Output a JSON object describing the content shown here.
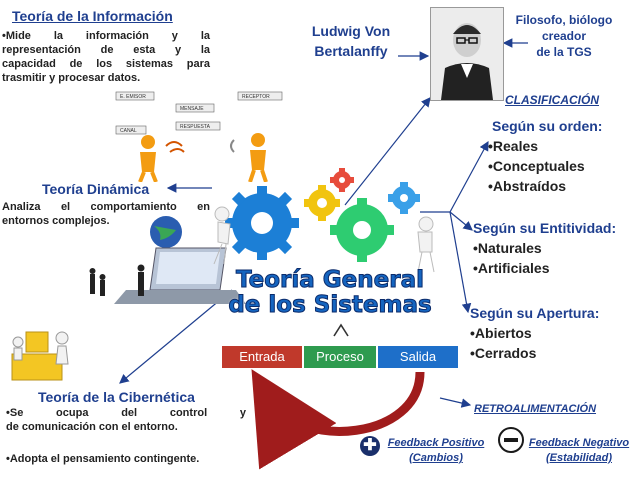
{
  "info_theory": {
    "title": "Teoría de la Información",
    "lines": [
      "•Mide la información y la",
      "representación de esta y la",
      "capacidad de los sistemas para",
      "trasmitir y procesar datos."
    ]
  },
  "comm_diagram": {
    "labels": [
      "E. EMISOR",
      "MENSAJE",
      "RECEPTOR",
      "CANAL",
      "RESPUESTA"
    ]
  },
  "bertalanffy": {
    "name_line1": "Ludwig Von",
    "name_line2": "Bertalanffy",
    "role_line1": "Filosofo, biólogo",
    "role_line2": "creador",
    "role_line3": "de la TGS"
  },
  "classification": {
    "title": "CLASIFICACIÓN",
    "by_order": {
      "title": "Según su orden:",
      "items": [
        "Reales",
        "Conceptuales",
        "Abstraídos"
      ]
    },
    "by_entity": {
      "title": "Según su Entitividad:",
      "items": [
        "Naturales",
        "Artificiales"
      ]
    },
    "by_openness": {
      "title": "Según su Apertura:",
      "items": [
        "Abiertos",
        "Cerrados"
      ]
    }
  },
  "dynamic_theory": {
    "title": "Teoría Dinámica",
    "lines": [
      "Analiza el comportamiento en",
      "entornos complejos."
    ]
  },
  "main_title": {
    "line1": "Teoría General",
    "line2": "de los Sistemas"
  },
  "flow": {
    "input": "Entrada",
    "process": "Proceso",
    "output": "Salida"
  },
  "cybernetics": {
    "title": "Teoría de la Cibernética",
    "line1": "•Se ocupa del control y",
    "line2": "de comunicación con el entorno.",
    "line3": "•Adopta el pensamiento contingente."
  },
  "feedback": {
    "title": "RETROALIMENTACIÓN",
    "positive_line1": "Feedback Positivo",
    "positive_line2": "(Cambios)",
    "negative_line1": "Feedback Negativo",
    "negative_line2": "(Estabilidad)"
  },
  "colors": {
    "heading_blue": "#1f3f8f",
    "title_blue": "#1565c0",
    "entrada_red": "#c0392b",
    "proceso_green": "#2e9b4f",
    "salida_blue": "#1e6fc9",
    "feedback_arc": "#a01c1c"
  }
}
